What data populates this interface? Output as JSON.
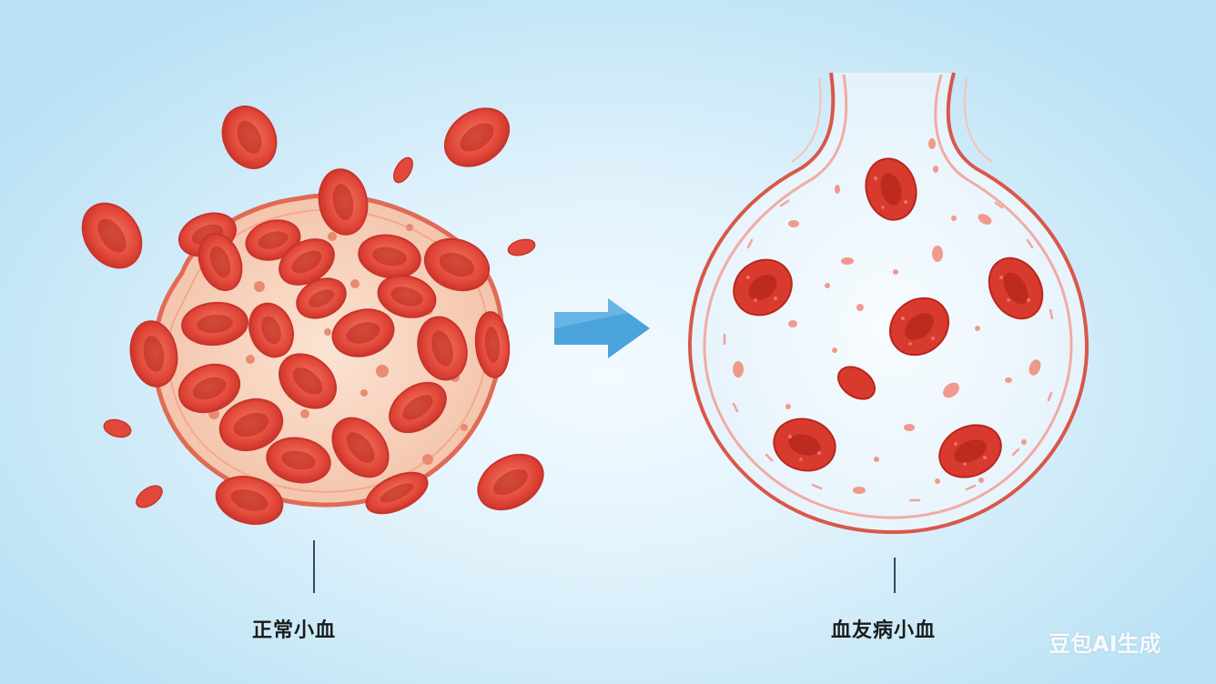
{
  "labels": {
    "normal": "正常小血",
    "hemophilia": "血友病小血"
  },
  "watermark": "豆包AI生成",
  "colors": {
    "background_light": "#f3fbff",
    "background_edge": "#b9e1f5",
    "cell_rim": "#d93a2e",
    "cell_center": "#b8261d",
    "clot_fill": "#f6d3bf",
    "clot_border": "#e06b55",
    "arrow": "#4ba3dc",
    "vessel_wall": "#d9574b"
  }
}
